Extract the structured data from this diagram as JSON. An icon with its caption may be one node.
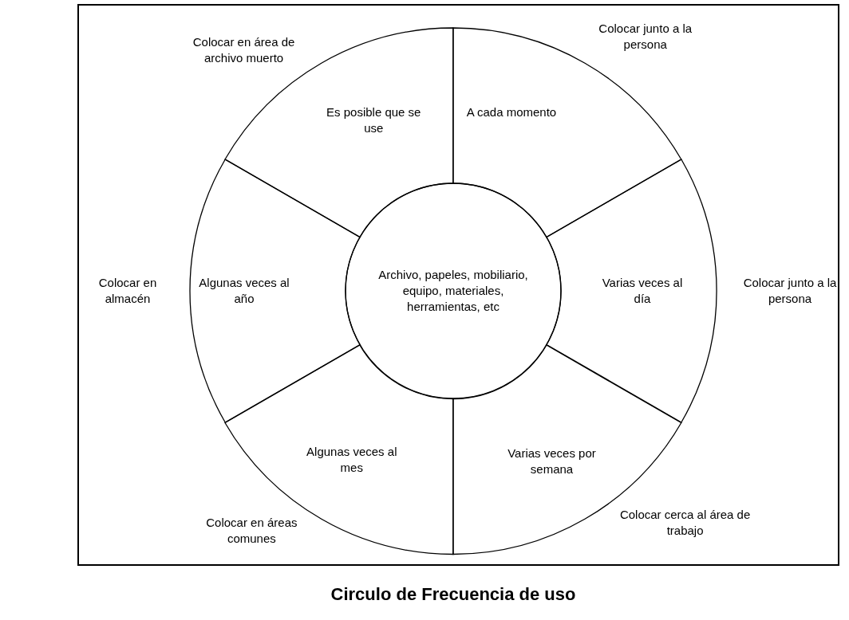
{
  "diagram": {
    "title": "Circulo de Frecuencia de uso",
    "nodes": [
      {
        "text": [
          "Archivo, papeles, mobiliario, equipo, materiales, herramientas, etc"
        ]
      },
      {
        "text": [
          "A cada momento"
        ],
        "beside": [
          "Colocar junto a la persona"
        ]
      },
      {
        "text": [
          "Varias veces al día"
        ],
        "beside": [
          "Colocar junto a la persona"
        ]
      },
      {
        "text": [
          "Varias veces por semana"
        ],
        "beside": [
          "Colocar cerca al área de trabajo"
        ]
      },
      {
        "text": [
          "Algunas veces al mes"
        ],
        "beside": [
          "Colocar en áreas comunes"
        ]
      },
      {
        "text": [
          "Algunas veces al año"
        ],
        "beside": [
          "Colocar en almacén"
        ]
      },
      {
        "text": [
          "Es posible que se use"
        ],
        "beside": [
          "Colocar en área de archivo muerto"
        ]
      }
    ]
  }
}
